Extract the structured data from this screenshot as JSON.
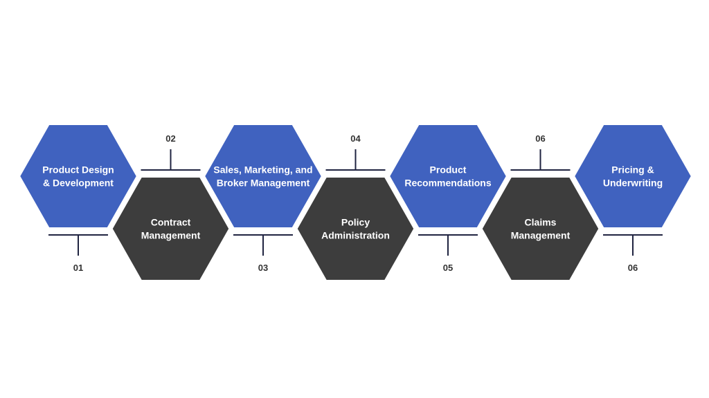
{
  "colors": {
    "blue": "#4062bf",
    "dark": "#3d3d3d",
    "line": "#1f2340",
    "number": "#333333",
    "background": "#ffffff"
  },
  "steps": [
    {
      "label": [
        "Product Design",
        "& Development"
      ],
      "number": "01",
      "color": "blue"
    },
    {
      "label": [
        "Contract",
        "Management"
      ],
      "number": "02",
      "color": "dark"
    },
    {
      "label": [
        "Sales, Marketing, and",
        "Broker Management"
      ],
      "number": "03",
      "color": "blue"
    },
    {
      "label": [
        "Policy",
        "Administration"
      ],
      "number": "04",
      "color": "dark"
    },
    {
      "label": [
        "Product",
        "Recommendations"
      ],
      "number": "05",
      "color": "blue"
    },
    {
      "label": [
        "Claims",
        "Management"
      ],
      "number": "06",
      "color": "dark"
    },
    {
      "label": [
        "Pricing &",
        "Underwriting"
      ],
      "number": "06",
      "color": "blue"
    }
  ]
}
